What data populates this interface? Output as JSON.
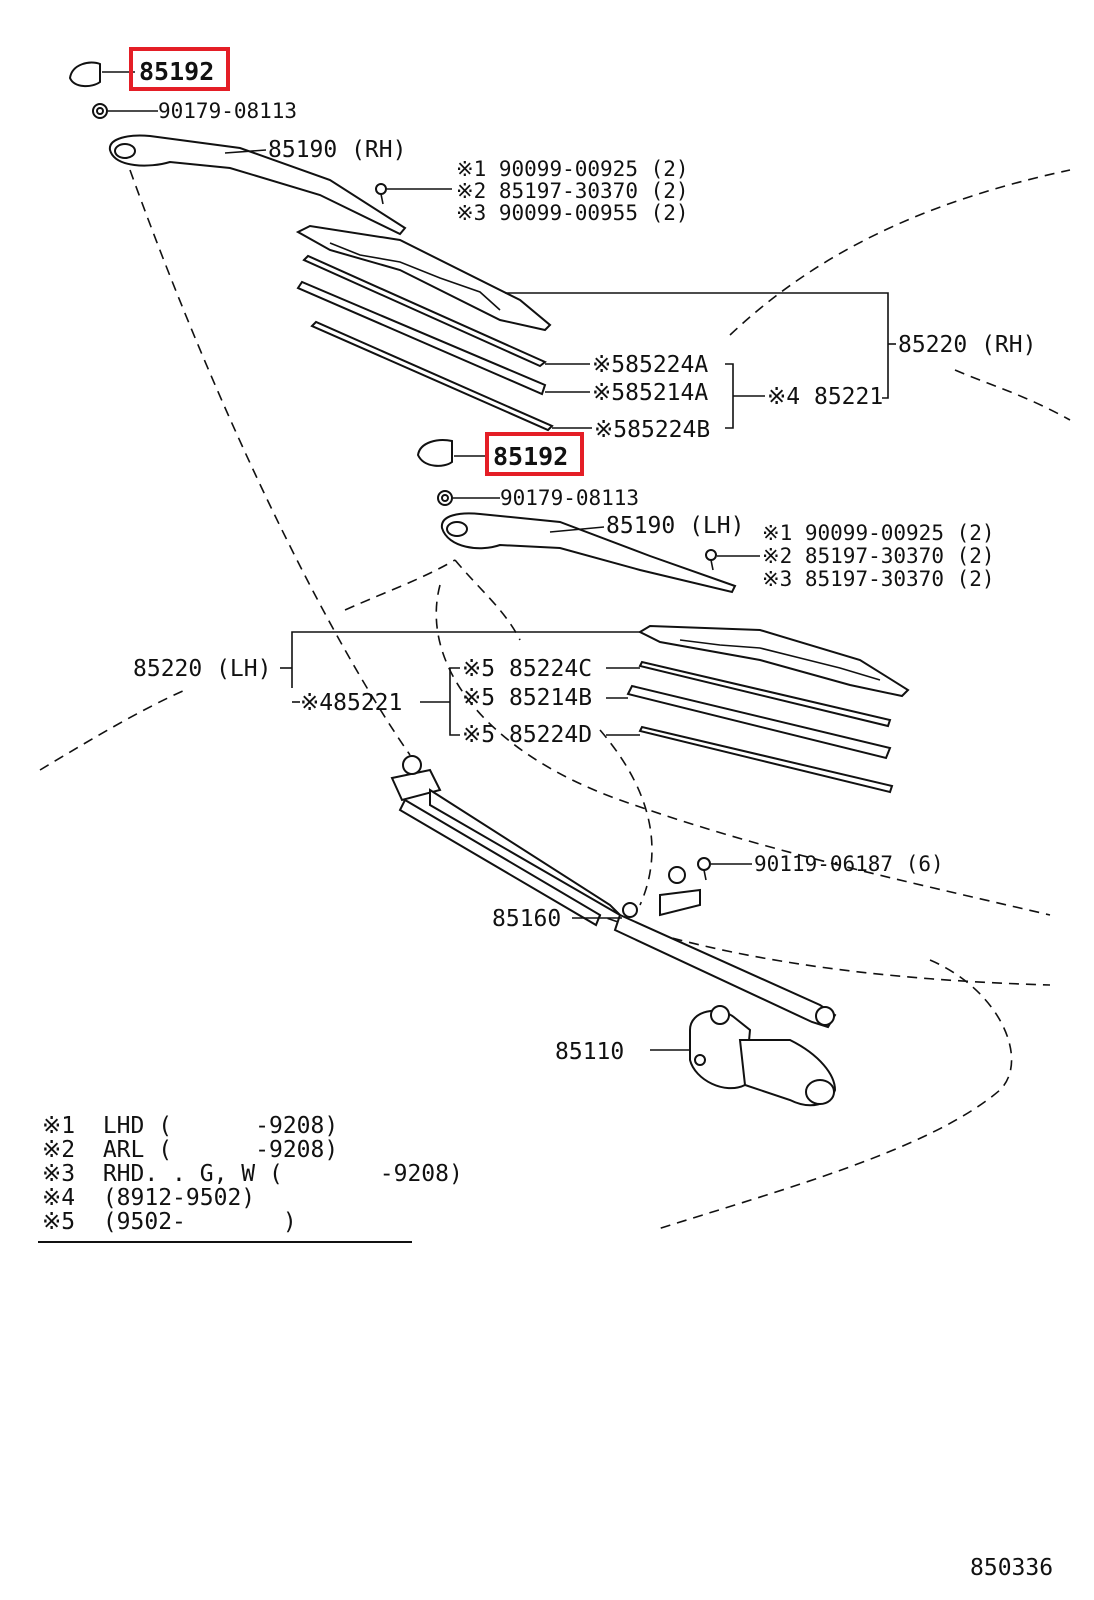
{
  "callouts": {
    "cap_top": "85192",
    "nut_top": "90179-08113",
    "arm_rh": "85190 (RH)",
    "rh_screw_1": "※1 90099-00925 (2)",
    "rh_screw_2": "※2 85197-30370 (2)",
    "rh_screw_3": "※3 90099-00955 (2)",
    "blade_rh": "85220 (RH)",
    "rubber_rh_a": "※585224A",
    "insert_rh_a": "※585214A",
    "rubber_rh_b": "※585224B",
    "blade_assy_rh": "※4 85221",
    "cap_mid": "85192",
    "nut_mid": "90179-08113",
    "arm_lh": "85190 (LH)",
    "lh_screw_1": "※1 90099-00925 (2)",
    "lh_screw_2": "※2 85197-30370 (2)",
    "lh_screw_3": "※3 85197-30370 (2)",
    "blade_lh": "85220 (LH)",
    "blade_assy_lh": "※485221",
    "rubber_lh_c": "※5 85224C",
    "insert_lh_b": "※5 85214B",
    "rubber_lh_d": "※5 85224D",
    "bolt": "90119-06187 (6)",
    "link": "85160",
    "motor": "85110"
  },
  "notes": [
    "※1  LHD (      -9208)",
    "※2  ARL (      -9208)",
    "※3  RHD. . G, W (       -9208)",
    "※4  (8912-9502)",
    "※5  (9502-       )"
  ],
  "diagram_number": "850336",
  "highlight_color": "#e41e26"
}
